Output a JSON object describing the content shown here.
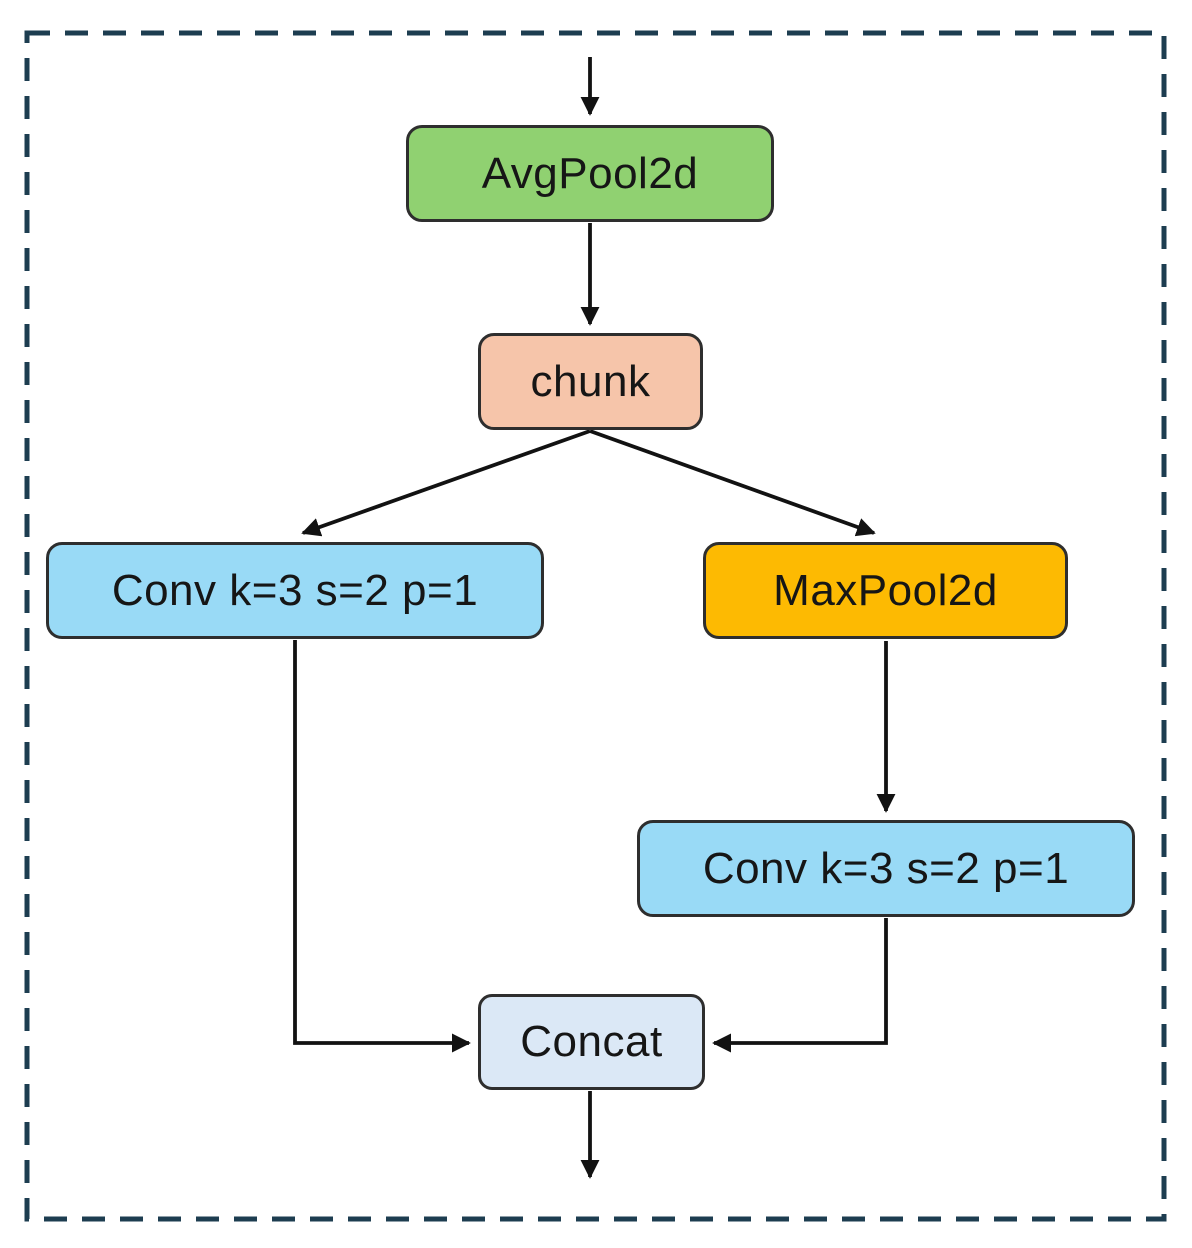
{
  "figure": {
    "type": "flowchart",
    "description": "Downsampling block: AvgPool2d feeds chunk, which splits into a Conv branch and a MaxPool2d+Conv branch, concatenated at the end",
    "border_color": "#1d3d50",
    "arrow_color": "#121212",
    "node_border_color": "#2e2e2e",
    "nodes": {
      "avgpool2d": {
        "label": "AvgPool2d",
        "fill": "#90d171"
      },
      "chunk": {
        "label": "chunk",
        "fill": "#f6c5aa"
      },
      "conv_left": {
        "label": "Conv k=3 s=2 p=1",
        "fill": "#99daf6"
      },
      "maxpool2d": {
        "label": "MaxPool2d",
        "fill": "#fdba02"
      },
      "conv_right": {
        "label": "Conv k=3 s=2 p=1",
        "fill": "#99daf6"
      },
      "concat": {
        "label": "Concat",
        "fill": "#dbe8f6"
      }
    },
    "edges": [
      {
        "from": "input",
        "to": "avgpool2d"
      },
      {
        "from": "avgpool2d",
        "to": "chunk"
      },
      {
        "from": "chunk",
        "to": "conv_left"
      },
      {
        "from": "chunk",
        "to": "maxpool2d"
      },
      {
        "from": "maxpool2d",
        "to": "conv_right"
      },
      {
        "from": "conv_left",
        "to": "concat"
      },
      {
        "from": "conv_right",
        "to": "concat"
      },
      {
        "from": "concat",
        "to": "output"
      }
    ]
  }
}
